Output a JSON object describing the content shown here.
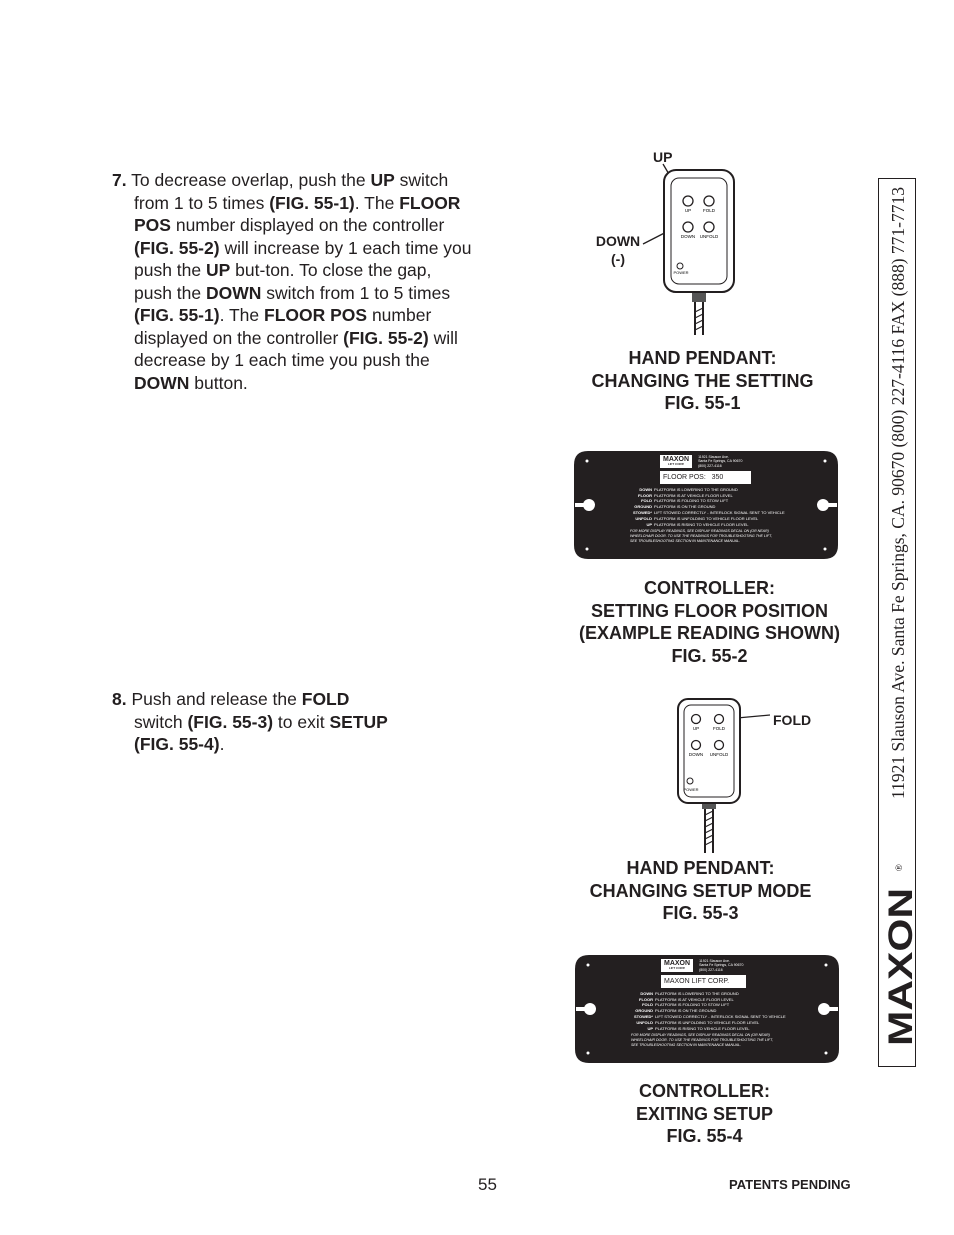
{
  "step7": {
    "number": "7.",
    "parts": [
      {
        "t": "To decrease overlap, push the ",
        "b": false
      },
      {
        "t": "UP",
        "b": true
      },
      {
        "t": " switch from 1 to 5 times ",
        "b": false
      },
      {
        "t": "(FIG. 55-1)",
        "b": true
      },
      {
        "t": ". The ",
        "b": false
      },
      {
        "t": "FLOOR POS",
        "b": true
      },
      {
        "t": " number displayed on the controller ",
        "b": false
      },
      {
        "t": "(FIG. 55-2)",
        "b": true
      },
      {
        "t": " will increase by 1 each time you push the ",
        "b": false
      },
      {
        "t": "UP",
        "b": true
      },
      {
        "t": " but-ton. To close the gap, push the ",
        "b": false
      },
      {
        "t": "DOWN",
        "b": true
      },
      {
        "t": " switch from 1 to 5 times ",
        "b": false
      },
      {
        "t": "(FIG. 55-1)",
        "b": true
      },
      {
        "t": ". The ",
        "b": false
      },
      {
        "t": "FLOOR POS",
        "b": true
      },
      {
        "t": " number displayed on the controller ",
        "b": false
      },
      {
        "t": "(FIG. 55-2)",
        "b": true
      },
      {
        "t": " will decrease by 1 each time you push the ",
        "b": false
      },
      {
        "t": "DOWN",
        "b": true
      },
      {
        "t": " button.",
        "b": false
      }
    ]
  },
  "step8": {
    "number": "8.",
    "parts": [
      {
        "t": "Push and release the ",
        "b": false
      },
      {
        "t": "FOLD",
        "b": true
      },
      {
        "t": " switch ",
        "b": false
      },
      {
        "t": "(FIG. 55-3)",
        "b": true
      },
      {
        "t": " to exit ",
        "b": false
      },
      {
        "t": "SETUP (FIG. 55-4)",
        "b": true
      },
      {
        "t": ".",
        "b": false
      }
    ]
  },
  "fig1": {
    "label_up": "UP",
    "label_down": "DOWN",
    "label_down_sign": "(-)",
    "caption": [
      "HAND PENDANT:",
      "CHANGING THE SETTING",
      "FIG. 55-1"
    ]
  },
  "fig2": {
    "display": "FLOOR POS:   350",
    "caption": [
      "CONTROLLER:",
      "SETTING FLOOR POSITION",
      "(EXAMPLE READING SHOWN)",
      "FIG. 55-2"
    ]
  },
  "fig3": {
    "label_fold": "FOLD",
    "caption": [
      "HAND PENDANT:",
      "CHANGING SETUP MODE",
      "FIG. 55-3"
    ]
  },
  "fig4": {
    "display": "MAXON LIFT CORP.",
    "caption": [
      "CONTROLLER:",
      "EXITING SETUP",
      "FIG. 55-4"
    ]
  },
  "pendant": {
    "btn_up": "UP",
    "btn_fold": "FOLD",
    "btn_down": "DOWN",
    "btn_unfold": "UNFOLD",
    "power": "POWER"
  },
  "controller": {
    "brand": "MAXON",
    "brand_sub": "LIFT CORP.",
    "address": [
      "11921 Slauson Ave.",
      "Santa Fe Springs, CA  90670",
      "(800) 227-4116"
    ],
    "rows": [
      {
        "k": "DOWN",
        "v": "PLATFORM IS LOWERING TO THE GROUND"
      },
      {
        "k": "FLOOR",
        "v": "PLATFORM IS AT VEHICLE FLOOR LEVEL"
      },
      {
        "k": "FOLD",
        "v": "PLATFORM IS FOLDING TO STOW LIFT"
      },
      {
        "k": "GROUND",
        "v": "PLATFORM IS ON THE GROUND"
      },
      {
        "k": "STOWED*",
        "v": "LIFT STOWED CORRECTLY - INTERLOCK SIGNAL SENT TO VEHICLE"
      },
      {
        "k": "UNFOLD",
        "v": "PLATFORM IS UNFOLDING TO VEHICLE FLOOR LEVEL"
      },
      {
        "k": "UP",
        "v": "PLATFORM IS RISING TO VEHICLE FLOOR LEVEL"
      }
    ],
    "note": [
      "FOR MORE DISPLAY READINGS, SEE DISPLAY READINGS DECAL ON (OR NEAR)",
      "WHEELCHAIR DOOR. TO USE THE READINGS FOR TROUBLESHOOTING THE LIFT,",
      "SEE TROUBLESHOOTING SECTION IN MAINTENANCE MANUAL."
    ]
  },
  "sidebar": {
    "brand": "MAXON",
    "reg": "®",
    "address": "11921 Slauson Ave.   Santa Fe Springs, CA.   90670   (800) 227-4116   FAX (888) 771-7713"
  },
  "footer": {
    "page_number": "55",
    "patents": "PATENTS PENDING"
  }
}
